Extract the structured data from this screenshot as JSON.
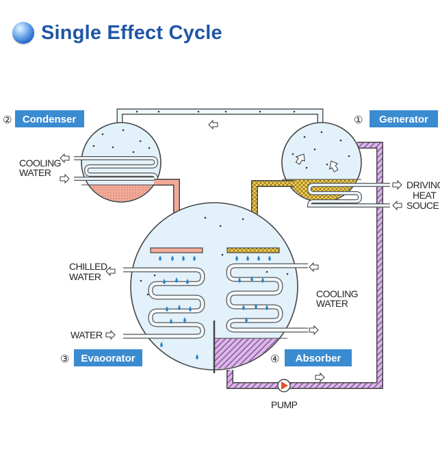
{
  "header": {
    "title": "Single Effect Cycle",
    "bullet_icon": "sphere-bullet-icon"
  },
  "colors": {
    "title": "#1f55a6",
    "badge": "#3a8bd0",
    "vessel_fill": "#dceefa",
    "condensate": "#efa898",
    "solution": "#f0d060",
    "absorbent_pipe": "#c9a0d8"
  },
  "components": [
    {
      "number": "②",
      "label": "Condenser"
    },
    {
      "number": "①",
      "label": "Generator"
    },
    {
      "number": "③",
      "label": "Evaoorator"
    },
    {
      "number": "④",
      "label": "Absorber"
    }
  ],
  "flows": {
    "cooling_water_condenser": [
      "COOLING",
      "WATER"
    ],
    "driving_heat": [
      "DRIVING",
      "HEAT",
      "SOUCE"
    ],
    "chilled_water": [
      "CHILLED",
      "WATER"
    ],
    "water": "WATER",
    "cooling_water_absorber": [
      "COOLING",
      "WATER"
    ],
    "pump": "PUMP"
  }
}
